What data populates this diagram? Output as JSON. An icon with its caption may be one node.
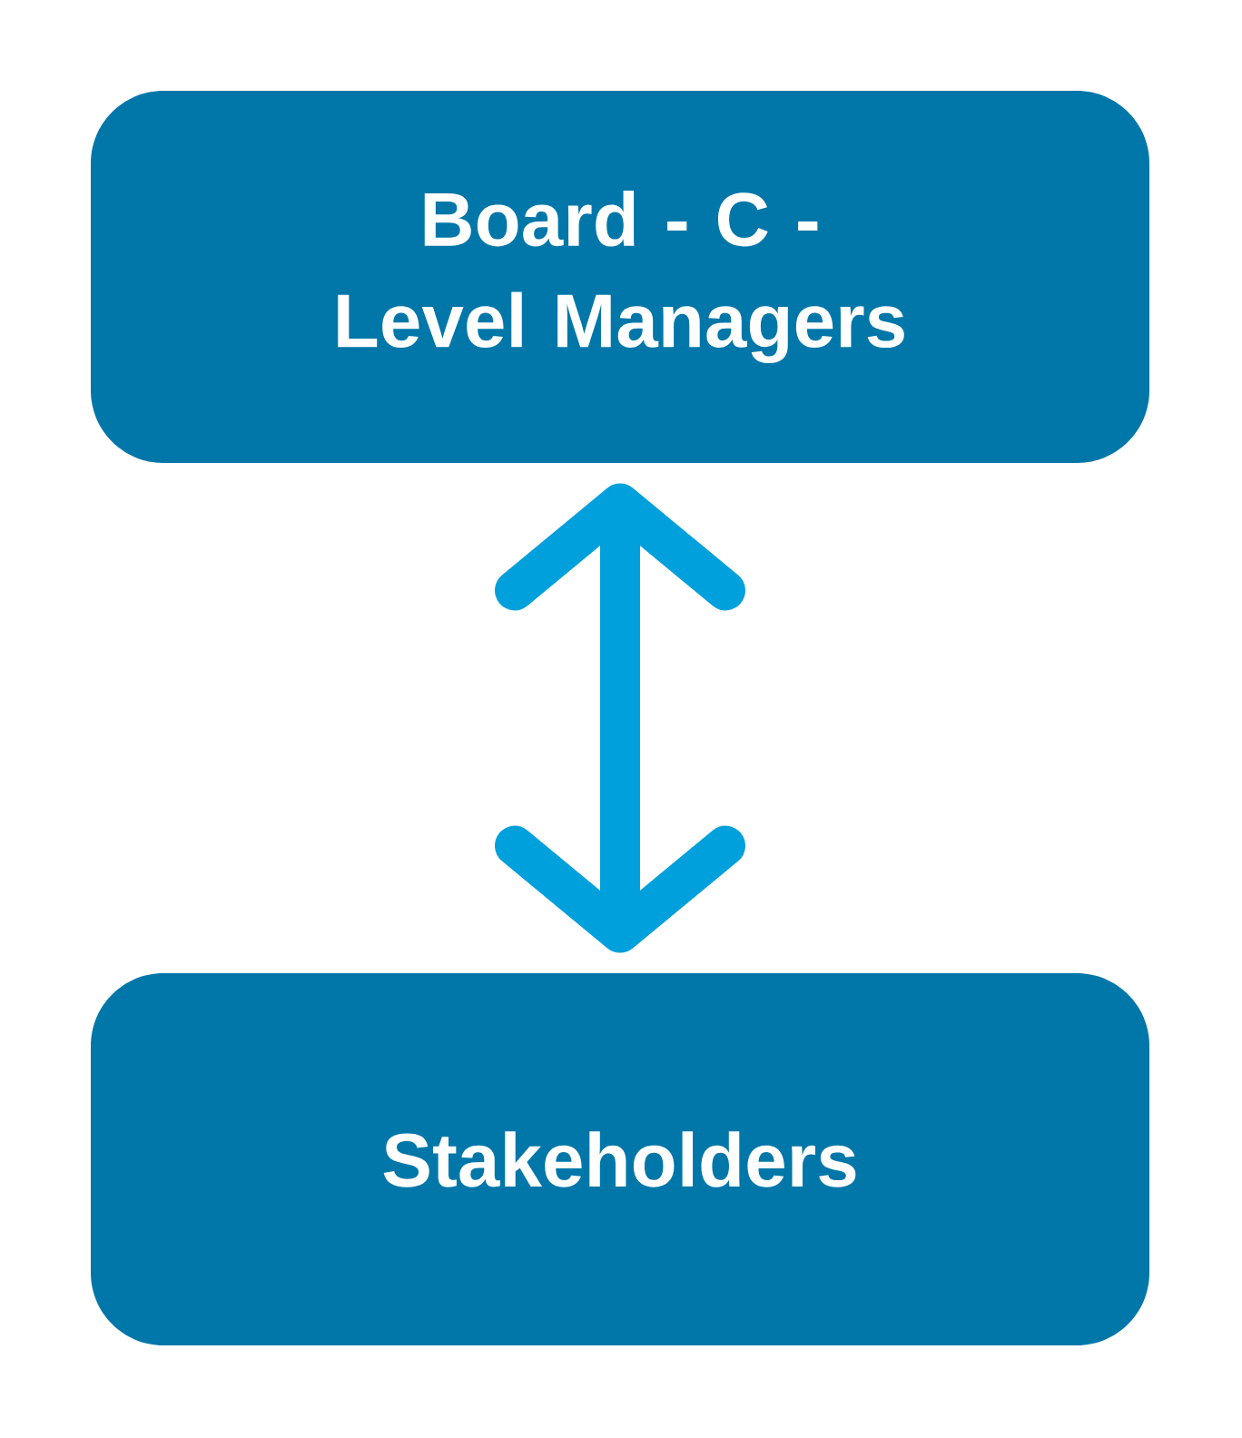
{
  "diagram": {
    "nodes": [
      {
        "text": [
          "Board - C - Level Managers"
        ]
      },
      {
        "text": [
          "Stakeholders"
        ]
      }
    ],
    "edges": [
      {
        "from": 0,
        "to": 1,
        "arrow": "both"
      }
    ]
  }
}
